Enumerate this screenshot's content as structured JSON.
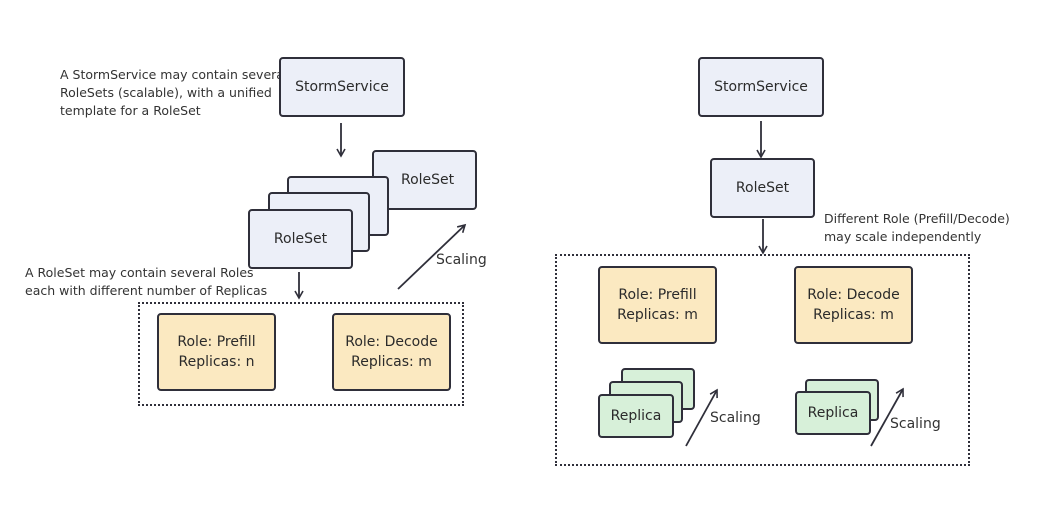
{
  "left": {
    "storm_service": "StormService",
    "note_top": [
      "A StormService may contain several",
      "RoleSets (scalable), with a unified",
      "template for a RoleSet"
    ],
    "roleset_back": "RoleSet",
    "roleset_front": "RoleSet",
    "scaling": "Scaling",
    "note_bottom": [
      "A RoleSet may contain several Roles",
      "each with different number of  Replicas"
    ],
    "role_prefill": [
      "Role: Prefill",
      "Replicas: n"
    ],
    "role_decode": [
      "Role: Decode",
      "Replicas: m"
    ]
  },
  "right": {
    "storm_service": "StormService",
    "roleset": "RoleSet",
    "note": [
      "Different Role (Prefill/Decode)",
      "may scale independently"
    ],
    "role_prefill": [
      "Role: Prefill",
      "Replicas: m"
    ],
    "role_decode": [
      "Role: Decode",
      "Replicas: m"
    ],
    "replica_left": "Replica",
    "replica_right": "Replica",
    "scaling_left": "Scaling",
    "scaling_right": "Scaling"
  },
  "colors": {
    "stroke": "#2f2f3a",
    "blue_fill": "#eceff8",
    "yellow_fill": "#fbe9c1",
    "green_fill": "#d7f0d9"
  }
}
